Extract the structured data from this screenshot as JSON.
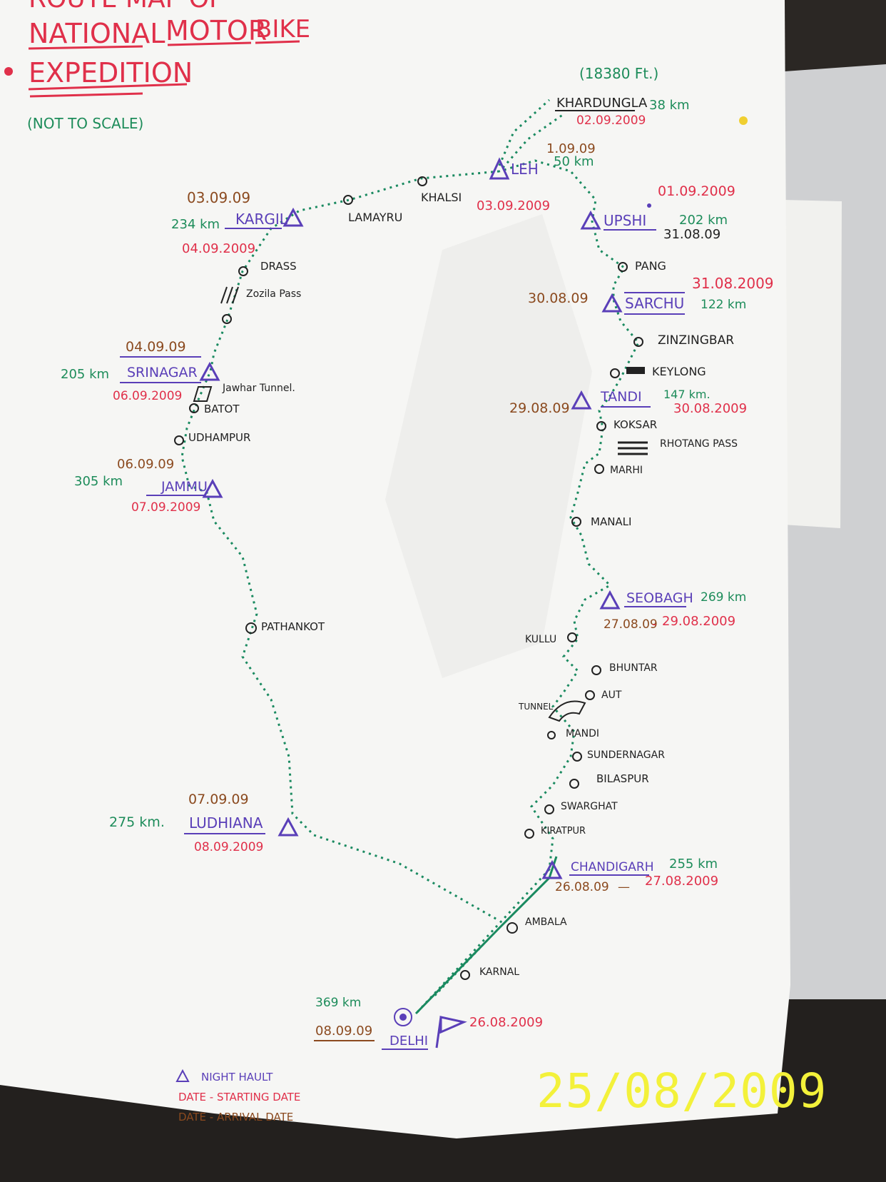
{
  "title": {
    "line1": "ROUTE MAP OF",
    "line2_a": "NATIONAL",
    "line2_b": "MOTOR",
    "line2_c": "BIKE",
    "line3": "EXPEDITION",
    "note": "(NOT TO SCALE)"
  },
  "colors": {
    "purple": "#5a3fb8",
    "red": "#e0304a",
    "green": "#1d8c5a",
    "brown": "#8b4a1f",
    "black": "#222222",
    "route": "#1a8a60"
  },
  "stops": {
    "khardungla": {
      "name": "KHARDUNGLA",
      "altitude": "(18380 Ft.)",
      "dist": "38 km",
      "start": "02.09.2009"
    },
    "leh": {
      "name": "LEH",
      "arrival": "1.09.09",
      "dist": "50 km",
      "start": "03.09.2009"
    },
    "upshi": {
      "name": "UPSHI",
      "start": "01.09.2009",
      "dist": "202 km",
      "arrival": "31.08.09"
    },
    "pang": {
      "name": "PANG"
    },
    "sarchu": {
      "name": "SARCHU",
      "start": "31.08.2009",
      "arrival": "30.08.09",
      "dist": "122 km"
    },
    "zinzingbar": {
      "name": "ZINZINGBAR"
    },
    "keylong": {
      "name": "KEYLONG"
    },
    "tandi": {
      "name": "TANDI",
      "arrival": "29.08.09",
      "dist": "147 km.",
      "start": "30.08.2009"
    },
    "koksar": {
      "name": "KOKSAR"
    },
    "rhotang": {
      "name": "RHOTANG PASS"
    },
    "marhi": {
      "name": "MARHI"
    },
    "manali": {
      "name": "MANALI"
    },
    "seobagh": {
      "name": "SEOBAGH",
      "dist": "269 km",
      "arrival": "27.08.09",
      "dash": "-",
      "start": "29.08.2009"
    },
    "kullu": {
      "name": "KULLU"
    },
    "bhuntar": {
      "name": "BHUNTAR"
    },
    "aut": {
      "name": "AUT"
    },
    "tunnel": {
      "name": "TUNNEL"
    },
    "mandi": {
      "name": "MANDI"
    },
    "sundernagar": {
      "name": "SUNDERNAGAR"
    },
    "bilaspur": {
      "name": "BILASPUR"
    },
    "swarghat": {
      "name": "SWARGHAT"
    },
    "kiratpur": {
      "name": "KIRATPUR"
    },
    "chandigarh": {
      "name": "CHANDIGARH",
      "dist": "255 km",
      "arrival": "26.08.09",
      "dash": "—",
      "start": "27.08.2009"
    },
    "ambala": {
      "name": "AMBALA"
    },
    "karnal": {
      "name": "KARNAL"
    },
    "delhi": {
      "name": "DELHI",
      "dist": "369 km",
      "arrival": "08.09.09",
      "start": "26.08.2009"
    },
    "ludhiana": {
      "name": "LUDHIANA",
      "arrival": "07.09.09",
      "dist": "275 km.",
      "start": "08.09.2009"
    },
    "pathankot": {
      "name": "PATHANKOT"
    },
    "jammu": {
      "name": "JAMMU",
      "arrival": "06.09.09",
      "dist": "305 km",
      "start": "07.09.2009"
    },
    "udhampur": {
      "name": "UDHAMPUR"
    },
    "batot": {
      "name": "BATOT"
    },
    "jawhar": {
      "name": "Jawhar Tunnel."
    },
    "srinagar": {
      "name": "SRINAGAR",
      "arrival": "04.09.09",
      "dist": "205 km",
      "start": "06.09.2009"
    },
    "zozila": {
      "name": "Zozila Pass"
    },
    "drass": {
      "name": "DRASS"
    },
    "kargil": {
      "name": "KARGIL",
      "arrival": "03.09.09",
      "dist": "234 km",
      "start": "04.09.2009"
    },
    "lamayru": {
      "name": "LAMAYRU"
    },
    "khalsi": {
      "name": "KHALSI"
    }
  },
  "legend": {
    "night_halt": "NIGHT HAULT",
    "starting": "DATE - STARTING DATE",
    "arrival": "DATE - ARRIVAL DATE"
  },
  "timestamp": "25/08/2009"
}
